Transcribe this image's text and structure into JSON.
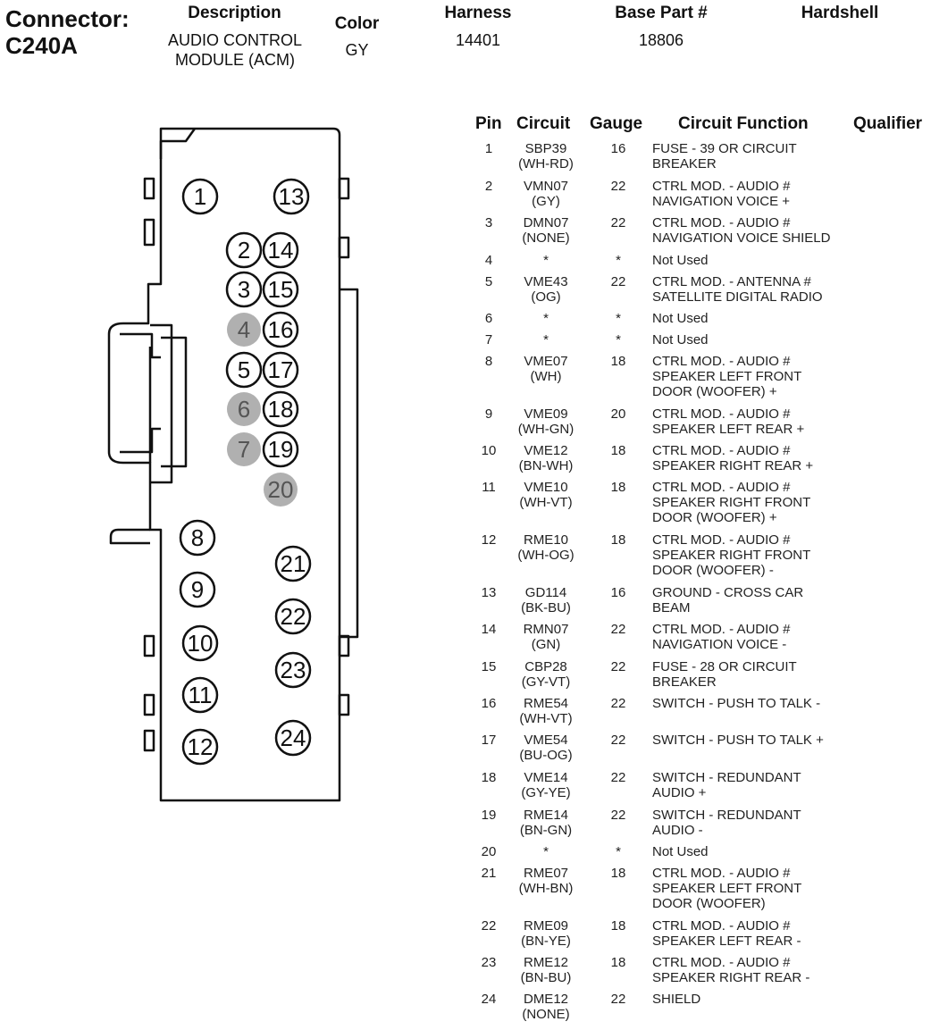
{
  "connector": {
    "label": "Connector:",
    "id": "C240A"
  },
  "header": {
    "description": {
      "title": "Description",
      "value": "AUDIO CONTROL\nMODULE (ACM)"
    },
    "color": {
      "title": "Color",
      "value": "GY"
    },
    "harness": {
      "title": "Harness",
      "value": "14401"
    },
    "base_part": {
      "title": "Base Part #",
      "value": "18806"
    },
    "hardshell": {
      "title": "Hardshell",
      "value": ""
    }
  },
  "table": {
    "headers": {
      "pin": "Pin",
      "circuit": "Circuit",
      "gauge": "Gauge",
      "function": "Circuit Function",
      "qualifier": "Qualifier"
    },
    "rows": [
      {
        "pin": "1",
        "circuit": "SBP39",
        "wire": "(WH-RD)",
        "gauge": "16",
        "function": "FUSE - 39 OR CIRCUIT\nBREAKER"
      },
      {
        "pin": "2",
        "circuit": "VMN07",
        "wire": "(GY)",
        "gauge": "22",
        "function": "CTRL MOD. - AUDIO #\nNAVIGATION VOICE +"
      },
      {
        "pin": "3",
        "circuit": "DMN07",
        "wire": "(NONE)",
        "gauge": "22",
        "function": "CTRL MOD. - AUDIO #\nNAVIGATION VOICE SHIELD"
      },
      {
        "pin": "4",
        "circuit": "*",
        "wire": "",
        "gauge": "*",
        "function": "Not Used"
      },
      {
        "pin": "5",
        "circuit": "VME43",
        "wire": "(OG)",
        "gauge": "22",
        "function": "CTRL MOD. - ANTENNA #\nSATELLITE DIGITAL RADIO"
      },
      {
        "pin": "6",
        "circuit": "*",
        "wire": "",
        "gauge": "*",
        "function": "Not Used"
      },
      {
        "pin": "7",
        "circuit": "*",
        "wire": "",
        "gauge": "*",
        "function": "Not Used"
      },
      {
        "pin": "8",
        "circuit": "VME07",
        "wire": "(WH)",
        "gauge": "18",
        "function": "CTRL MOD. - AUDIO #\nSPEAKER LEFT FRONT\nDOOR (WOOFER) +"
      },
      {
        "pin": "9",
        "circuit": "VME09",
        "wire": "(WH-GN)",
        "gauge": "20",
        "function": "CTRL MOD. - AUDIO #\nSPEAKER LEFT REAR +"
      },
      {
        "pin": "10",
        "circuit": "VME12",
        "wire": "(BN-WH)",
        "gauge": "18",
        "function": "CTRL MOD. - AUDIO #\nSPEAKER RIGHT REAR +"
      },
      {
        "pin": "11",
        "circuit": "VME10",
        "wire": "(WH-VT)",
        "gauge": "18",
        "function": "CTRL MOD. - AUDIO #\nSPEAKER RIGHT FRONT\nDOOR (WOOFER) +"
      },
      {
        "pin": "12",
        "circuit": "RME10",
        "wire": "(WH-OG)",
        "gauge": "18",
        "function": "CTRL MOD. - AUDIO #\nSPEAKER RIGHT FRONT\nDOOR (WOOFER) -"
      },
      {
        "pin": "13",
        "circuit": "GD114",
        "wire": "(BK-BU)",
        "gauge": "16",
        "function": "GROUND - CROSS CAR\nBEAM"
      },
      {
        "pin": "14",
        "circuit": "RMN07",
        "wire": "(GN)",
        "gauge": "22",
        "function": "CTRL MOD. - AUDIO #\nNAVIGATION VOICE -"
      },
      {
        "pin": "15",
        "circuit": "CBP28",
        "wire": "(GY-VT)",
        "gauge": "22",
        "function": "FUSE - 28 OR CIRCUIT\nBREAKER"
      },
      {
        "pin": "16",
        "circuit": "RME54",
        "wire": "(WH-VT)",
        "gauge": "22",
        "function": "SWITCH - PUSH TO TALK -"
      },
      {
        "pin": "17",
        "circuit": "VME54",
        "wire": "(BU-OG)",
        "gauge": "22",
        "function": "SWITCH - PUSH TO TALK +"
      },
      {
        "pin": "18",
        "circuit": "VME14",
        "wire": "(GY-YE)",
        "gauge": "22",
        "function": "SWITCH - REDUNDANT\nAUDIO +"
      },
      {
        "pin": "19",
        "circuit": "RME14",
        "wire": "(BN-GN)",
        "gauge": "22",
        "function": "SWITCH - REDUNDANT\nAUDIO -"
      },
      {
        "pin": "20",
        "circuit": "*",
        "wire": "",
        "gauge": "*",
        "function": "Not Used"
      },
      {
        "pin": "21",
        "circuit": "RME07",
        "wire": "(WH-BN)",
        "gauge": "18",
        "function": "CTRL MOD. - AUDIO #\nSPEAKER LEFT FRONT\nDOOR (WOOFER)"
      },
      {
        "pin": "22",
        "circuit": "RME09",
        "wire": "(BN-YE)",
        "gauge": "18",
        "function": "CTRL MOD. - AUDIO #\nSPEAKER LEFT REAR -"
      },
      {
        "pin": "23",
        "circuit": "RME12",
        "wire": "(BN-BU)",
        "gauge": "18",
        "function": "CTRL MOD. - AUDIO #\nSPEAKER RIGHT REAR -"
      },
      {
        "pin": "24",
        "circuit": "DME12",
        "wire": "(NONE)",
        "gauge": "22",
        "function": "SHIELD"
      }
    ]
  },
  "diagram": {
    "unused_fill": "#b0b0b0",
    "pins": [
      "1",
      "2",
      "3",
      "4",
      "5",
      "6",
      "7",
      "8",
      "9",
      "10",
      "11",
      "12",
      "13",
      "14",
      "15",
      "16",
      "17",
      "18",
      "19",
      "20",
      "21",
      "22",
      "23",
      "24"
    ],
    "unused_pins": [
      "4",
      "6",
      "7",
      "20"
    ]
  }
}
